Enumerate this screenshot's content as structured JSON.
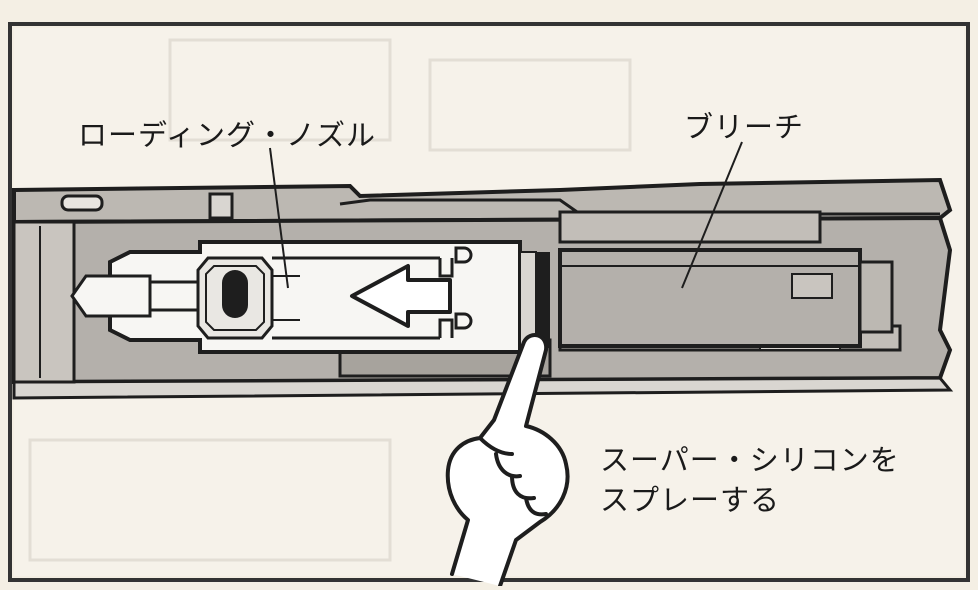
{
  "labels": {
    "loading_nozzle": "ローディング・ノズル",
    "breech": "ブリーチ",
    "spray_line1": "スーパー・シリコンを",
    "spray_line2": "スプレーする"
  },
  "colors": {
    "background": "#f4efe4",
    "body_gray": "#b4b0ab",
    "light_gray": "#d9d6d1",
    "outline": "#1e1e1e",
    "nozzle_white": "#f7f6f3",
    "arrow_fill": "#ffffff"
  },
  "icons": [
    "pointing-hand-icon",
    "direction-arrow-icon"
  ]
}
